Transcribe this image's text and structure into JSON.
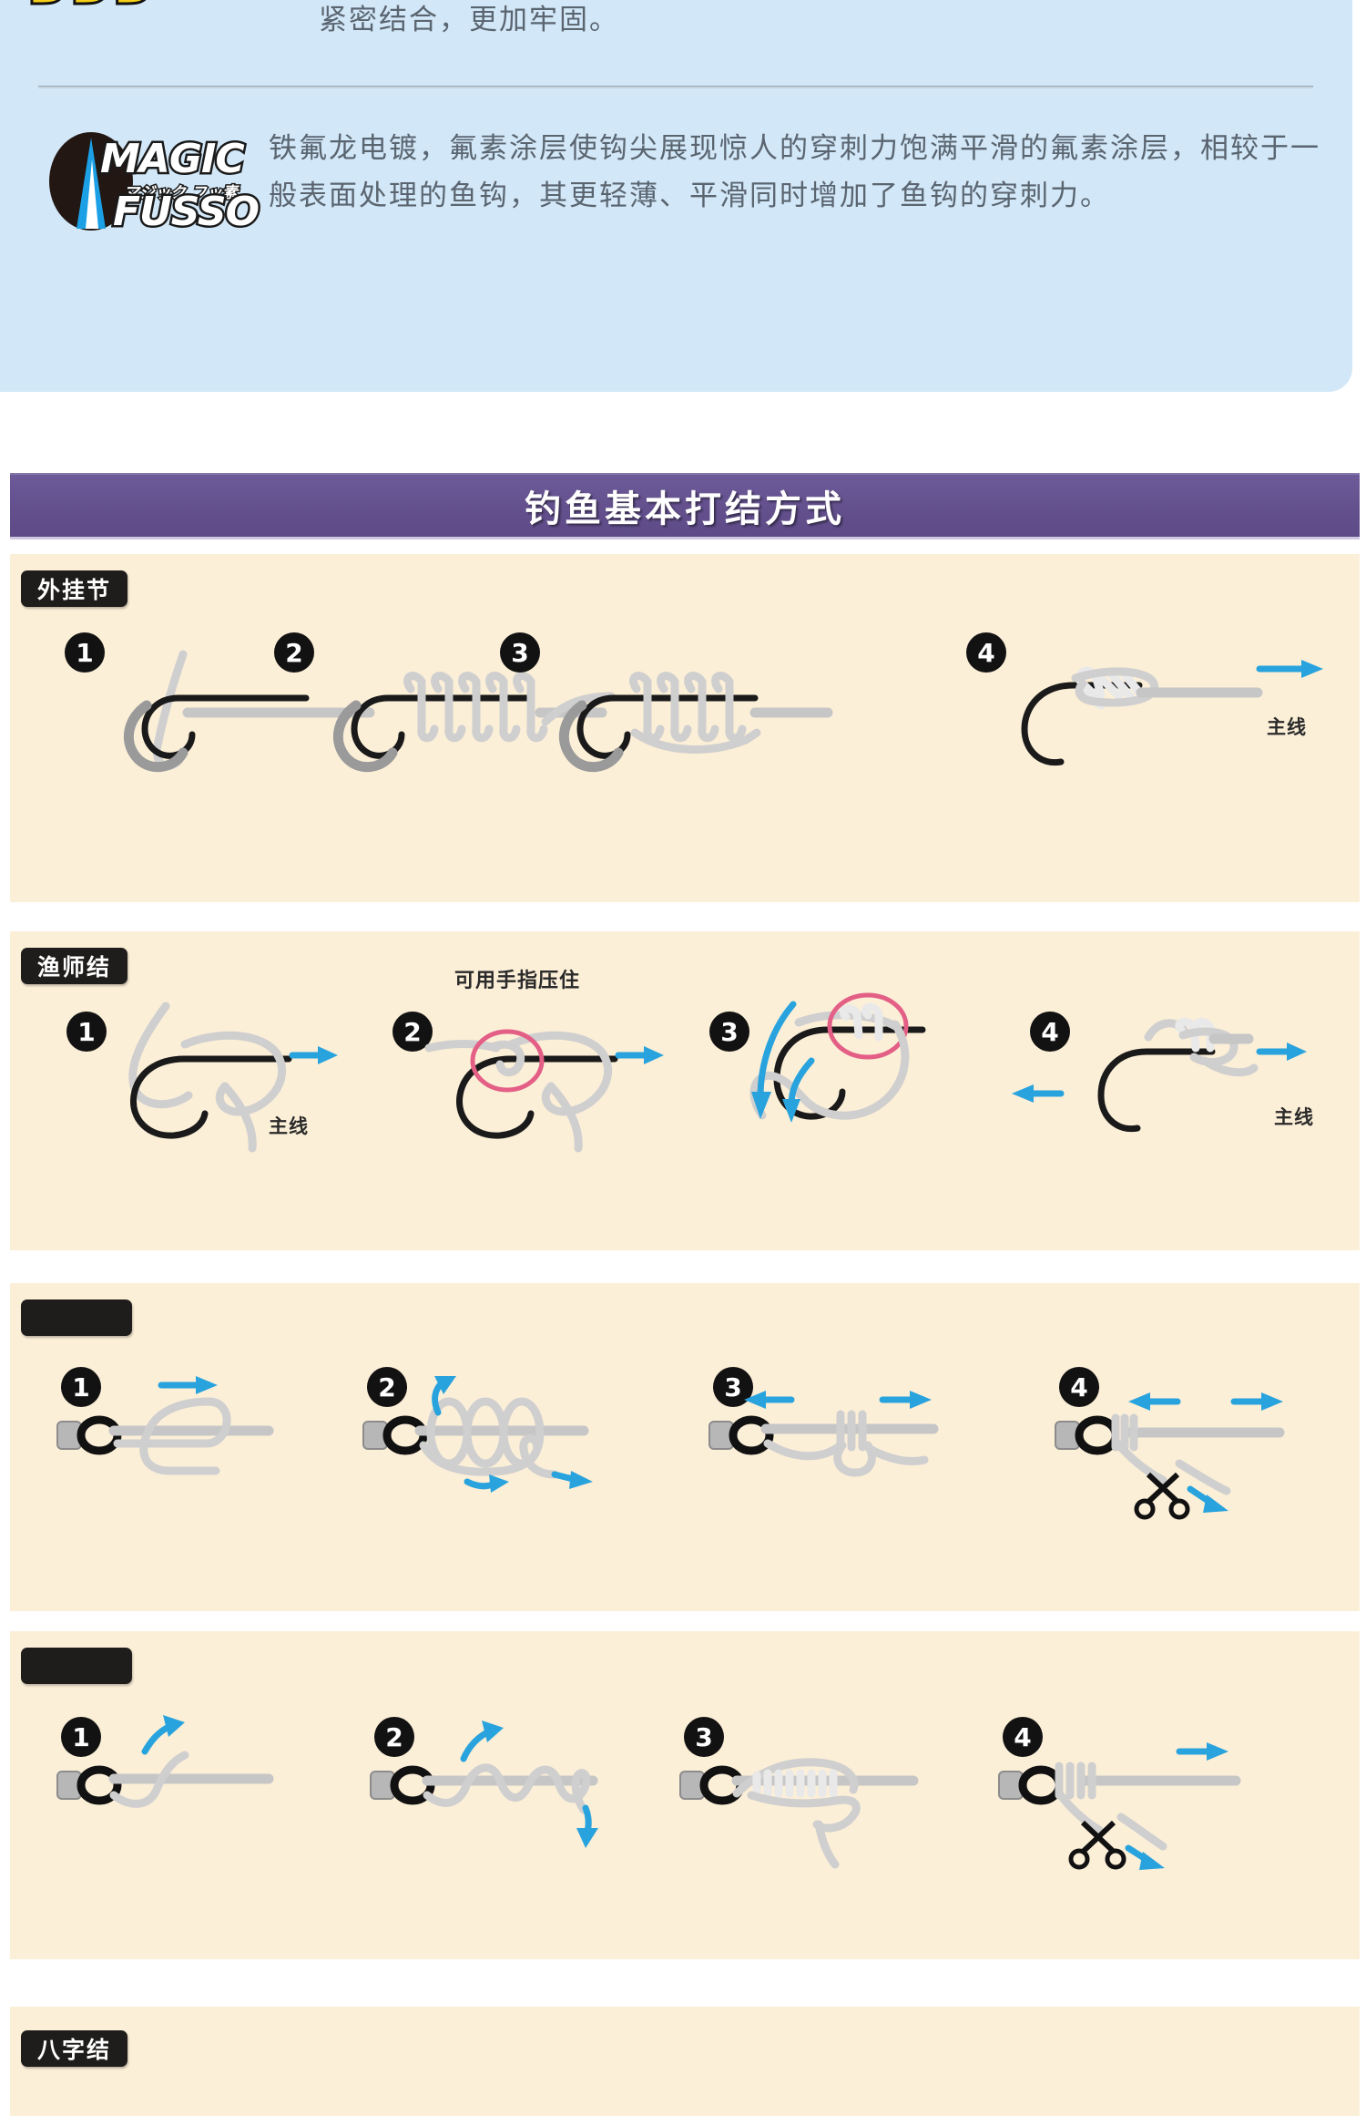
{
  "top_panel": {
    "logo_fragment": "DDD",
    "paragraph": "紧密结合，更加牢固。",
    "brand": {
      "name_top": "MAGIC",
      "name_bottom": "FUSSO",
      "jp_text": "マジック フッ素"
    },
    "brand_paragraph": "铁氟龙电镀，氟素涂层使钩尖展现惊人的穿刺力饱满平滑的氟素涂层，相较于一般表面处理的鱼钩，其更轻薄、平滑同时增加了鱼钩的穿刺力。"
  },
  "banner": {
    "title": "钓鱼基本打结方式",
    "color": "#63508d"
  },
  "colors": {
    "panel_blue": "#d2e7f7",
    "section_cream": "#fcefd8",
    "arrow_blue": "#29a3dd",
    "highlight_pink": "#e35f86",
    "label_black": "#1f1d1b"
  },
  "sections": [
    {
      "label": "外挂节",
      "label_empty": false,
      "steps": [
        {
          "num": "1",
          "caption": ""
        },
        {
          "num": "2",
          "caption": ""
        },
        {
          "num": "3",
          "caption": ""
        },
        {
          "num": "4",
          "caption": "主线"
        }
      ]
    },
    {
      "label": "渔师结",
      "label_empty": false,
      "steps": [
        {
          "num": "1",
          "caption": "主线"
        },
        {
          "num": "2",
          "caption": "可用手指压住"
        },
        {
          "num": "3",
          "caption": ""
        },
        {
          "num": "4",
          "caption": "主线"
        }
      ]
    },
    {
      "label": "",
      "label_empty": true,
      "steps": [
        {
          "num": "1",
          "caption": ""
        },
        {
          "num": "2",
          "caption": ""
        },
        {
          "num": "3",
          "caption": ""
        },
        {
          "num": "4",
          "caption": ""
        }
      ]
    },
    {
      "label": "",
      "label_empty": true,
      "steps": [
        {
          "num": "1",
          "caption": ""
        },
        {
          "num": "2",
          "caption": ""
        },
        {
          "num": "3",
          "caption": ""
        },
        {
          "num": "4",
          "caption": ""
        }
      ]
    },
    {
      "label": "八字结",
      "label_empty": false,
      "steps": []
    }
  ]
}
